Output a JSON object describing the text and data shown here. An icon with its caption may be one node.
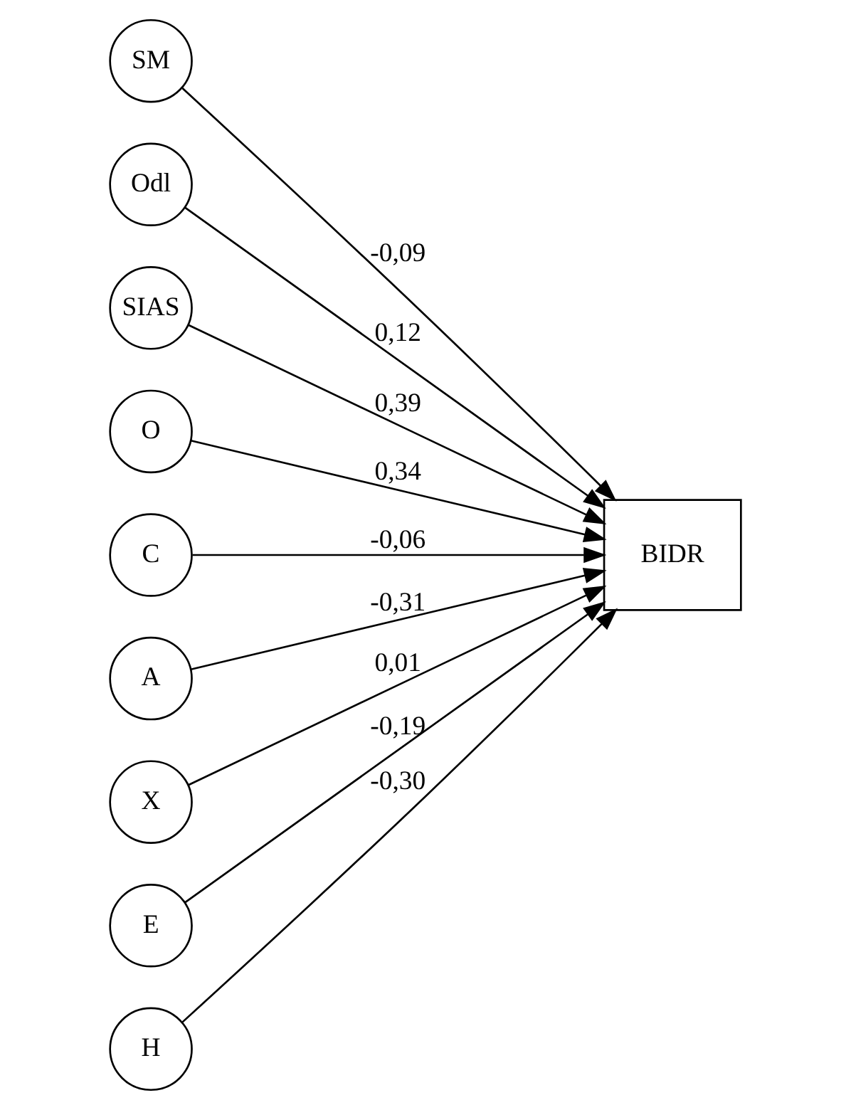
{
  "diagram": {
    "nodes": [
      {
        "text": [
          "SM"
        ]
      },
      {
        "text": [
          "Odl"
        ]
      },
      {
        "text": [
          "SIAS"
        ]
      },
      {
        "text": [
          "O"
        ]
      },
      {
        "text": [
          "C"
        ]
      },
      {
        "text": [
          "A"
        ]
      },
      {
        "text": [
          "X"
        ]
      },
      {
        "text": [
          "E"
        ]
      },
      {
        "text": [
          "H"
        ]
      },
      {
        "text": [
          "BIDR"
        ]
      }
    ],
    "edges": [
      {
        "from": 0,
        "to": 9,
        "arrow": "to",
        "label": "-0,09"
      },
      {
        "from": 1,
        "to": 9,
        "arrow": "to",
        "label": "0,12"
      },
      {
        "from": 2,
        "to": 9,
        "arrow": "to",
        "label": "0,39"
      },
      {
        "from": 3,
        "to": 9,
        "arrow": "to",
        "label": "0,34"
      },
      {
        "from": 4,
        "to": 9,
        "arrow": "to",
        "label": "-0,06"
      },
      {
        "from": 5,
        "to": 9,
        "arrow": "to",
        "label": "-0,31"
      },
      {
        "from": 6,
        "to": 9,
        "arrow": "to",
        "label": "0,01"
      },
      {
        "from": 7,
        "to": 9,
        "arrow": "to",
        "label": "-0,19"
      },
      {
        "from": 8,
        "to": 9,
        "arrow": "to",
        "label": "-0,30"
      }
    ]
  }
}
